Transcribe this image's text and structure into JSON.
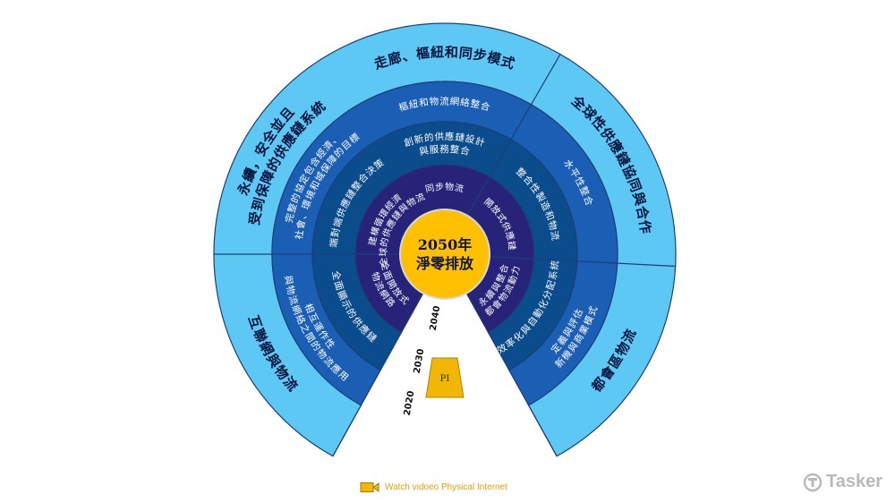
{
  "center": {
    "line1": "2050年",
    "line2": "淨零排放"
  },
  "outer_ring": [
    {
      "text": "走廊、樞紐和同步模式"
    },
    {
      "text": "全球性供應鏈協同與合作"
    },
    {
      "text": "都會區物流"
    },
    {
      "text": "互聯網與物流"
    },
    {
      "lines": [
        "永續，安全並且",
        "受到保障的供應鏈系統"
      ]
    }
  ],
  "ring2": [
    {
      "text": "樞紐和物流網絡整合"
    },
    {
      "text": "水平性整合"
    },
    {
      "lines": [
        "定義與評估",
        "新機與商業模式"
      ]
    },
    {
      "lines": [
        "相互運作性",
        "與物流網絡之間的物流應用"
      ]
    },
    {
      "lines": [
        "完整的協定包含經濟、",
        "社會、環境和城保障的目標"
      ]
    }
  ],
  "ring3": [
    {
      "lines": [
        "創新的供應鏈設計",
        "與服務整合"
      ]
    },
    {
      "text": "整合性製造和物流"
    },
    {
      "text": "效率化與自動化分配系統"
    },
    {
      "text": "全面顯示的供應鏈"
    },
    {
      "text": "端對端供應鏈整合決策"
    }
  ],
  "ring4": [
    {
      "text": "同步物流"
    },
    {
      "text": "開放式供應鏈"
    },
    {
      "lines": [
        "永續與整合",
        "都會物流動力"
      ]
    },
    {
      "lines": [
        "全面開放式",
        "物流網路"
      ]
    },
    {
      "lines": [
        "建構循環經濟",
        "全球的供應鏈與物流"
      ]
    }
  ],
  "timeline": [
    "2040",
    "2030",
    "2020"
  ],
  "pi_label": "PI",
  "video_link": "Watch vidoeo Physical Internet",
  "brand": "Tasker",
  "colors": {
    "outer": "#5ec8f5",
    "ring2": "#1a5fb4",
    "ring3": "#0a4c8c",
    "ring4": "#262378",
    "center": "#ffc000",
    "pi_box": "#f2b705",
    "stroke": "#1d3f78"
  }
}
